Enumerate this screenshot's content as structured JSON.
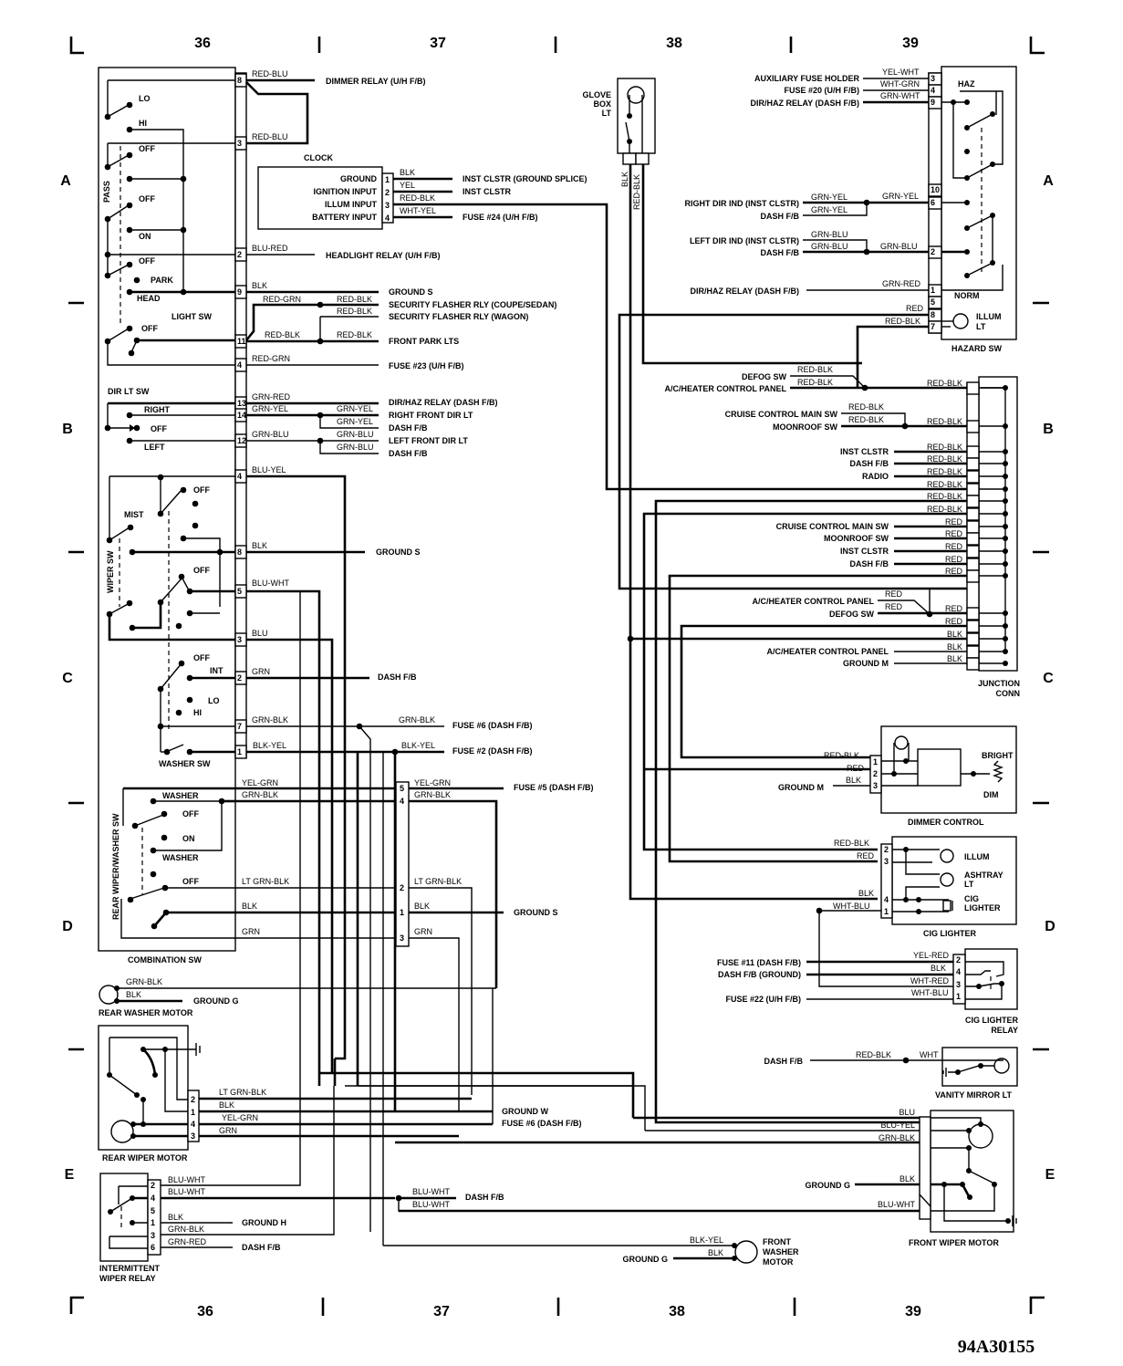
{
  "grid": {
    "columns": [
      "36",
      "37",
      "38",
      "39"
    ],
    "rows": [
      "A",
      "B",
      "C",
      "D",
      "E"
    ]
  },
  "figure_code": "94A30155",
  "components": {
    "combination_sw": "COMBINATION SW",
    "light_sw": "LIGHT SW",
    "dir_lt_sw": "DIR LT SW",
    "wiper_sw": "WIPER SW",
    "washer_sw": "WASHER SW",
    "rear_wiper_washer_sw": "REAR WIPER/WASHER SW",
    "pass": "PASS",
    "clock": "CLOCK",
    "glove_box_lt": [
      "GLOVE",
      "BOX",
      "LT"
    ],
    "hazard_sw": "HAZARD SW",
    "illum_lt": [
      "ILLUM",
      "LT"
    ],
    "junction_conn": [
      "JUNCTION",
      "CONN"
    ],
    "dimmer_control": "DIMMER CONTROL",
    "cig_lighter": "CIG LIGHTER",
    "cig_lighter_relay": [
      "CIG LIGHTER",
      "RELAY"
    ],
    "vanity_mirror_lt": "VANITY MIRROR LT",
    "front_wiper_motor": "FRONT WIPER MOTOR",
    "front_washer_motor": [
      "FRONT",
      "WASHER",
      "MOTOR"
    ],
    "rear_washer_motor": "REAR WASHER MOTOR",
    "rear_wiper_motor": "REAR WIPER MOTOR",
    "intermittent_wiper_relay": [
      "INTERMITTENT",
      "WIPER RELAY"
    ]
  },
  "switch_positions": {
    "lo": "LO",
    "hi": "HI",
    "off": "OFF",
    "on": "ON",
    "park": "PARK",
    "head": "HEAD",
    "right": "RIGHT",
    "left": "LEFT",
    "mist": "MIST",
    "int": "INT",
    "washer": "WASHER",
    "haz": "HAZ",
    "norm": "NORM",
    "bright": "BRIGHT",
    "dim": "DIM",
    "illum": "ILLUM",
    "ashtray_lt": [
      "ASHTRAY",
      "LT"
    ],
    "cig_lighter": [
      "CIG",
      "LIGHTER"
    ]
  },
  "clock_pins": [
    {
      "pin": "1",
      "name": "GROUND",
      "wire": "BLK",
      "dest": "INST CLSTR (GROUND SPLICE)"
    },
    {
      "pin": "2",
      "name": "IGNITION INPUT",
      "wire": "YEL",
      "dest": "INST CLSTR"
    },
    {
      "pin": "3",
      "name": "ILLUM INPUT",
      "wire": "RED-BLK",
      "dest": ""
    },
    {
      "pin": "4",
      "name": "BATTERY INPUT",
      "wire": "WHT-YEL",
      "dest": "FUSE #24 (U/H F/B)"
    }
  ],
  "combo_sw_pins": [
    {
      "pin": "8",
      "wire": "RED-BLU",
      "dest": "DIMMER RELAY (U/H F/B)"
    },
    {
      "pin": "3",
      "wire": "RED-BLU",
      "dest": ""
    },
    {
      "pin": "2",
      "wire": "BLU-RED",
      "dest": "HEADLIGHT RELAY (U/H F/B)"
    },
    {
      "pin": "9",
      "wire": "BLK",
      "dest": "GROUND S"
    },
    {
      "pin": "11",
      "wire": "RED-BLK",
      "dest": "FRONT PARK LTS"
    },
    {
      "pin": "4",
      "wire": "RED-GRN",
      "dest": "FUSE #23 (U/H F/B)"
    },
    {
      "pin": "13",
      "wire": "GRN-RED",
      "dest": "DIR/HAZ RELAY (DASH F/B)"
    },
    {
      "pin": "14",
      "wire": "GRN-YEL",
      "dest": ""
    },
    {
      "pin": "12",
      "wire": "GRN-BLU",
      "dest": ""
    },
    {
      "pin": "4",
      "wire": "BLU-YEL",
      "dest": ""
    },
    {
      "pin": "8",
      "wire": "BLK",
      "dest": "GROUND S"
    },
    {
      "pin": "5",
      "wire": "BLU-WHT",
      "dest": ""
    },
    {
      "pin": "3",
      "wire": "BLU",
      "dest": ""
    },
    {
      "pin": "2",
      "wire": "GRN",
      "dest": "DASH F/B"
    },
    {
      "pin": "7",
      "wire": "GRN-BLK",
      "dest": ""
    },
    {
      "pin": "1",
      "wire": "BLK-YEL",
      "dest": ""
    }
  ],
  "security_branch": {
    "red_grn": "RED-GRN",
    "red_blk": "RED-BLK",
    "dest_coupe": "SECURITY FLASHER RLY (COUPE/SEDAN)",
    "dest_wagon": "SECURITY FLASHER RLY (WAGON)"
  },
  "dir_branch": [
    {
      "wire": "GRN-YEL",
      "dest": "RIGHT FRONT DIR LT"
    },
    {
      "wire": "GRN-YEL",
      "dest": "DASH F/B"
    },
    {
      "wire": "GRN-BLU",
      "dest": "LEFT FRONT DIR LT"
    },
    {
      "wire": "GRN-BLU",
      "dest": "DASH F/B"
    }
  ],
  "fuse_branch": [
    {
      "wire": "GRN-BLK",
      "dest": "FUSE #6 (DASH F/B)"
    },
    {
      "wire": "BLK-YEL",
      "dest": "FUSE #2 (DASH F/B)"
    }
  ],
  "rear_sw_conn": [
    {
      "pin": "5",
      "wire_left": "YEL-GRN",
      "wire_right": "YEL-GRN",
      "dest": "FUSE #5 (DASH F/B)"
    },
    {
      "pin": "4",
      "wire_left": "GRN-BLK",
      "wire_right": "GRN-BLK",
      "dest": ""
    },
    {
      "pin": "2",
      "wire_left": "LT GRN-BLK",
      "wire_right": "LT GRN-BLK",
      "dest": ""
    },
    {
      "pin": "1",
      "wire_left": "BLK",
      "wire_right": "BLK",
      "dest": "GROUND S"
    },
    {
      "pin": "3",
      "wire_left": "GRN",
      "wire_right": "GRN",
      "dest": ""
    }
  ],
  "rear_washer_motor": [
    {
      "wire": "GRN-BLK",
      "dest": ""
    },
    {
      "wire": "BLK",
      "dest": "GROUND G"
    }
  ],
  "rear_wiper_motor_pins": [
    {
      "pin": "2",
      "wire": "LT GRN-BLK",
      "dest": ""
    },
    {
      "pin": "1",
      "wire": "BLK",
      "dest": "GROUND W"
    },
    {
      "pin": "4",
      "wire": "YEL-GRN",
      "dest": "FUSE #6 (DASH F/B)"
    },
    {
      "pin": "3",
      "wire": "GRN",
      "dest": ""
    }
  ],
  "int_relay_pins": [
    {
      "pin": "2",
      "wire": "BLU-WHT",
      "dest": ""
    },
    {
      "pin": "4",
      "wire": "BLU-WHT",
      "dest": ""
    },
    {
      "pin": "5",
      "wire": "",
      "dest": ""
    },
    {
      "pin": "1",
      "wire": "BLK",
      "dest": "GROUND H"
    },
    {
      "pin": "3",
      "wire": "GRN-BLK",
      "dest": ""
    },
    {
      "pin": "6",
      "wire": "GRN-RED",
      "dest": "DASH F/B"
    }
  ],
  "dash_splice": {
    "wire1": "BLU-WHT",
    "wire2": "BLU-WHT",
    "dest": "DASH F/B"
  },
  "glove_box_wires": [
    "BLK",
    "RED-BLK"
  ],
  "hazard_pins": [
    {
      "pin": "3",
      "wire": "YEL-WHT",
      "dest": "AUXILIARY FUSE HOLDER"
    },
    {
      "pin": "4",
      "wire": "WHT-GRN",
      "dest": "FUSE #20 (U/H F/B)"
    },
    {
      "pin": "9",
      "wire": "GRN-WHT",
      "dest": "DIR/HAZ RELAY (DASH F/B)"
    },
    {
      "pin": "10",
      "wire": "",
      "dest": ""
    },
    {
      "pin": "6",
      "wire": "GRN-YEL",
      "dest": ""
    },
    {
      "pin": "2",
      "wire": "GRN-BLU",
      "dest": ""
    },
    {
      "pin": "1",
      "wire": "GRN-RED",
      "dest": "DIR/HAZ RELAY (DASH F/B)"
    },
    {
      "pin": "5",
      "wire": "",
      "dest": ""
    },
    {
      "pin": "8",
      "wire": "RED",
      "dest": ""
    },
    {
      "pin": "7",
      "wire": "RED-BLK",
      "dest": ""
    }
  ],
  "hazard_dir": [
    {
      "wire": "GRN-YEL",
      "dest": "RIGHT DIR IND (INST CLSTR)"
    },
    {
      "wire": "GRN-YEL",
      "dest": "DASH F/B"
    },
    {
      "wire": "GRN-BLU",
      "dest": "LEFT DIR IND (INST CLSTR)"
    },
    {
      "wire": "GRN-BLU",
      "dest": "DASH F/B"
    }
  ],
  "junction_rows": [
    {
      "wire": "RED-BLK",
      "dest": ""
    },
    {
      "wire": "RED-BLK",
      "dest": ""
    },
    {
      "wire": "RED-BLK",
      "dest": "INST CLSTR"
    },
    {
      "wire": "RED-BLK",
      "dest": "DASH F/B"
    },
    {
      "wire": "RED-BLK",
      "dest": "RADIO"
    },
    {
      "wire": "RED-BLK",
      "dest": ""
    },
    {
      "wire": "RED-BLK",
      "dest": ""
    },
    {
      "wire": "RED-BLK",
      "dest": ""
    },
    {
      "wire": "RED",
      "dest": "CRUISE CONTROL MAIN SW"
    },
    {
      "wire": "RED",
      "dest": "MOONROOF SW"
    },
    {
      "wire": "RED",
      "dest": "INST CLSTR"
    },
    {
      "wire": "RED",
      "dest": "DASH F/B"
    },
    {
      "wire": "RED",
      "dest": ""
    },
    {
      "wire": "RED",
      "dest": ""
    },
    {
      "wire": "RED",
      "dest": ""
    },
    {
      "wire": "BLK",
      "dest": ""
    },
    {
      "wire": "BLK",
      "dest": "A/C/HEATER CONTROL PANEL"
    },
    {
      "wire": "BLK",
      "dest": "GROUND M"
    }
  ],
  "junction_pairs": [
    {
      "wire1": "RED-BLK",
      "dest1": "DEFOG SW",
      "wire2": "RED-BLK",
      "dest2": "A/C/HEATER CONTROL PANEL"
    },
    {
      "wire1": "RED-BLK",
      "dest1": "CRUISE CONTROL MAIN SW",
      "wire2": "RED-BLK",
      "dest2": "MOONROOF SW"
    },
    {
      "wire1": "RED",
      "dest1": "A/C/HEATER CONTROL PANEL",
      "wire2": "RED",
      "dest2": "DEFOG SW"
    }
  ],
  "dimmer_pins": [
    {
      "pin": "1",
      "wire": "RED-BLK",
      "dest": ""
    },
    {
      "pin": "2",
      "wire": "RED",
      "dest": ""
    },
    {
      "pin": "3",
      "wire": "BLK",
      "dest": "GROUND M"
    }
  ],
  "cig_pins": [
    {
      "pin": "2",
      "wire": "RED-BLK"
    },
    {
      "pin": "3",
      "wire": "RED"
    },
    {
      "pin": "4",
      "wire": "BLK"
    },
    {
      "pin": "1",
      "wire": "WHT-BLU"
    }
  ],
  "cig_relay_pins": [
    {
      "pin": "2",
      "wire": "YEL-RED",
      "dest": "FUSE #11 (DASH F/B)"
    },
    {
      "pin": "4",
      "wire": "BLK",
      "dest": "DASH F/B (GROUND)"
    },
    {
      "pin": "3",
      "wire": "WHT-RED",
      "dest": ""
    },
    {
      "pin": "1",
      "wire": "WHT-BLU",
      "dest": "FUSE #22 (U/H F/B)"
    }
  ],
  "vanity": {
    "wire1": "RED-BLK",
    "wire2": "WHT",
    "dest": "DASH F/B"
  },
  "front_wiper_pins": [
    {
      "wire": "BLU",
      "dest": ""
    },
    {
      "wire": "BLU-YEL",
      "dest": ""
    },
    {
      "wire": "GRN-BLK",
      "dest": ""
    },
    {
      "wire": "BLK",
      "dest": "GROUND G"
    },
    {
      "wire": "BLU-WHT",
      "dest": ""
    }
  ],
  "front_washer": [
    {
      "wire": "BLK-YEL",
      "dest": ""
    },
    {
      "wire": "BLK",
      "dest": "GROUND G"
    }
  ]
}
